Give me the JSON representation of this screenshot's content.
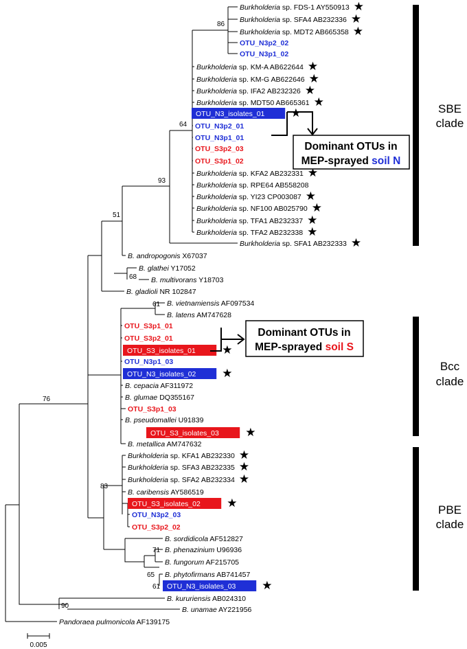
{
  "tips": [
    {
      "genus": "Burkholderia",
      "rest": " sp. FDS-1 AY550913",
      "star": true
    },
    {
      "genus": "Burkholderia",
      "rest": " sp. SFA4 AB232336",
      "star": true
    },
    {
      "genus": "Burkholderia",
      "rest": " sp. MDT2 AB665358",
      "star": true
    },
    {
      "label": "OTU_N3p2_02",
      "color": "blue"
    },
    {
      "label": "OTU_N3p1_02",
      "color": "blue"
    },
    {
      "genus": "Burkholderia",
      "rest": " sp. KM-A AB622644",
      "star": true
    },
    {
      "genus": "Burkholderia",
      "rest": " sp. KM-G AB622646",
      "star": true
    },
    {
      "genus": "Burkholderia",
      "rest": " sp. IFA2 AB232326",
      "star": true
    },
    {
      "genus": "Burkholderia",
      "rest": " sp. MDT50 AB665361",
      "star": true
    },
    {
      "label": "OTU_N3_isolates_01",
      "box": "blue",
      "star": true
    },
    {
      "label": "OTU_N3p2_01",
      "color": "blue"
    },
    {
      "label": "OTU_N3p1_01",
      "color": "blue"
    },
    {
      "label": "OTU_S3p2_03",
      "color": "red"
    },
    {
      "label": "OTU_S3p1_02",
      "color": "red"
    },
    {
      "genus": "Burkholderia",
      "rest": " sp. KFA2 AB232331",
      "star": true
    },
    {
      "genus": "Burkholderia",
      "rest": " sp. RPE64 AB558208"
    },
    {
      "genus": "Burkholderia",
      "rest": " sp. YI23 CP003087",
      "star": true
    },
    {
      "genus": "Burkholderia",
      "rest": " sp. NF100 AB025790",
      "star": true
    },
    {
      "genus": "Burkholderia",
      "rest": " sp. TFA1 AB232337",
      "star": true
    },
    {
      "genus": "Burkholderia",
      "rest": " sp. TFA2 AB232338",
      "star": true
    },
    {
      "genus": "Burkholderia",
      "rest": " sp. SFA1 AB232333",
      "star": true
    },
    {
      "genus": "B. andropogonis",
      "rest": " X67037"
    },
    {
      "genus": "B. glathei",
      "rest": " Y17052"
    },
    {
      "genus": "B. multivorans",
      "rest": " Y18703"
    },
    {
      "genus": "B. gladioli",
      "rest": " NR 102847"
    },
    {
      "genus": "B. vietnamiensis",
      "rest": " AF097534"
    },
    {
      "genus": "B. latens",
      "rest": " AM747628"
    },
    {
      "label": "OTU_S3p1_01",
      "color": "red"
    },
    {
      "label": "OTU_S3p2_01",
      "color": "red"
    },
    {
      "label": "OTU_S3_isolates_01",
      "box": "red",
      "star": true
    },
    {
      "label": "OTU_N3p1_03",
      "color": "blue"
    },
    {
      "label": "OTU_N3_isolates_02",
      "box": "blue",
      "star": true
    },
    {
      "genus": "B. cepacia",
      "rest": " AF311972"
    },
    {
      "genus": "B. glumae",
      "rest": " DQ355167"
    },
    {
      "label": "OTU_S3p1_03",
      "color": "red"
    },
    {
      "genus": "B. pseudomallei",
      "rest": " U91839"
    },
    {
      "label": "OTU_S3_isolates_03",
      "box": "red",
      "star": true
    },
    {
      "genus": "B. metallica",
      "rest": " AM747632"
    },
    {
      "genus": "Burkholderia",
      "rest": " sp. KFA1 AB232330",
      "star": true
    },
    {
      "genus": "Burkholderia",
      "rest": " sp. SFA3 AB232335",
      "star": true
    },
    {
      "genus": "Burkholderia",
      "rest": " sp. SFA2 AB232334",
      "star": true
    },
    {
      "genus": "B. caribensis",
      "rest": " AY586519"
    },
    {
      "label": "OTU_S3_isolates_02",
      "box": "red",
      "star": true
    },
    {
      "label": "OTU_N3p2_03",
      "color": "blue"
    },
    {
      "label": "OTU_S3p2_02",
      "color": "red"
    },
    {
      "genus": "B. sordidicola",
      "rest": " AF512827"
    },
    {
      "genus": "B. phenazinium",
      "rest": " U96936"
    },
    {
      "genus": "B. fungorum",
      "rest": " AF215705"
    },
    {
      "genus": "B. phytofirmans",
      "rest": " AB741457"
    },
    {
      "label": "OTU_N3_isolates_03",
      "box": "blue",
      "star": true
    },
    {
      "genus": "B. kururiensis",
      "rest": " AB024310"
    },
    {
      "genus": "B. unamae",
      "rest": " AY221956"
    },
    {
      "genus": "Pandoraea pulmonicola",
      "rest": " AF139175"
    }
  ],
  "bootstrap": [
    "86",
    "64",
    "93",
    "51",
    "68",
    "61",
    "76",
    "83",
    "71",
    "65",
    "61",
    "90"
  ],
  "clades": [
    {
      "line1": "SBE",
      "line2": "clade"
    },
    {
      "line1": "Bcc",
      "line2": "clade"
    },
    {
      "line1": "PBE",
      "line2": "clade"
    }
  ],
  "callouts": [
    {
      "line1": "Dominant OTUs in",
      "line2_prefix": "MEP-sprayed ",
      "line2_soil": "soil N",
      "soil_color": "#1f2fd6"
    },
    {
      "line1": "Dominant OTUs in",
      "line2_prefix": "MEP-sprayed ",
      "line2_soil": "soil S",
      "soil_color": "#e8161c"
    }
  ],
  "scale_bar": {
    "label": "0.005"
  },
  "colors": {
    "blue": "#1f2fd6",
    "red": "#e8161c",
    "black": "#000000"
  }
}
